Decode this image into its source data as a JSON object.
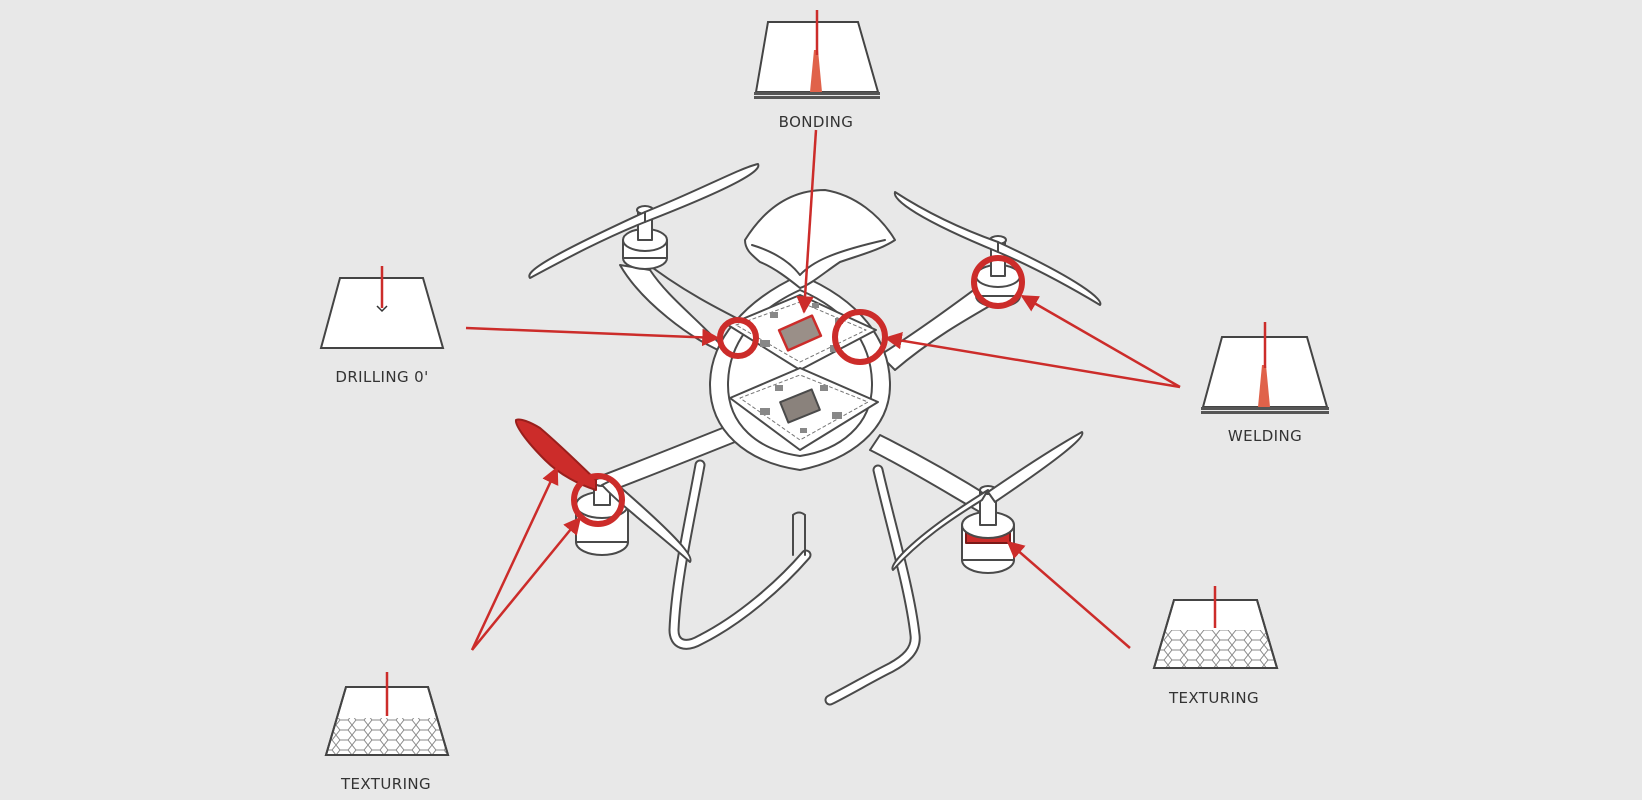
{
  "labels": {
    "bonding": "BONDING",
    "drilling": "DRILLING 0'",
    "welding": "WELDING",
    "texturing_left": "TEXTURING",
    "texturing_right": "TEXTURING"
  },
  "colors": {
    "background": "#e8e8e8",
    "accent": "#cc2c2a",
    "line": "#4a4a4a",
    "fill": "#ffffff"
  }
}
